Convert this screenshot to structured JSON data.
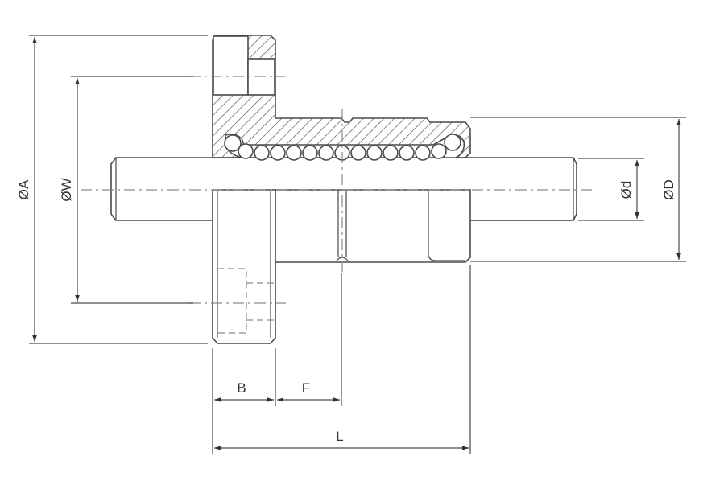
{
  "drawing": {
    "subject": "Flanged linear ball bearing on shaft - cross-section",
    "colors": {
      "line": "#4a4a4a",
      "centerline": "#8a8a8a",
      "background": "#ffffff"
    }
  },
  "dimensions": {
    "flange_diameter": "ØA",
    "bolt_circle_diameter": "ØW",
    "outer_diameter": "ØD",
    "shaft_diameter": "Ød",
    "flange_thickness": "B",
    "flange_to_groove": "F",
    "overall_length": "L"
  }
}
